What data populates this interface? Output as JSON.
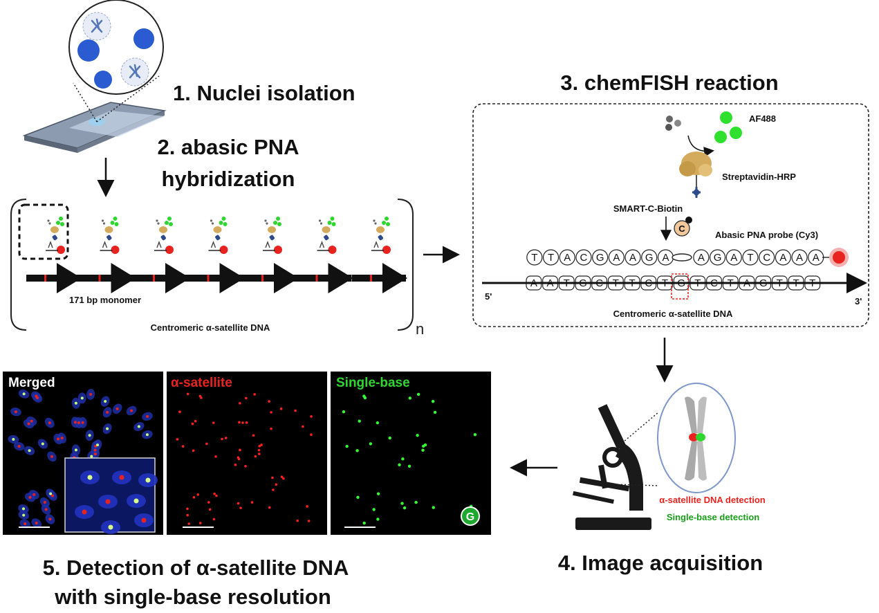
{
  "steps": {
    "step1": "1. Nuclei isolation",
    "step2_line1": "2. abasic PNA",
    "step2_line2": "hybridization",
    "step3": "3. chemFISH reaction",
    "step4": "4. Image acquisition",
    "step5_line1": "5. Detection of  α-satellite DNA",
    "step5_line2": "with single-base resolution"
  },
  "panel2": {
    "monomer_label": "171 bp monomer",
    "dna_label": "Centromeric α-satellite DNA",
    "repeat_label": "n",
    "unit_count": 7
  },
  "panel3": {
    "af488": "AF488",
    "streptavidin": "Streptavidin-HRP",
    "smart": "SMART-C-Biotin",
    "c_badge": "C",
    "probe_label": "Abasic PNA probe (Cy3)",
    "probe_left": [
      "T",
      "T",
      "A",
      "C",
      "G",
      "A",
      "A",
      "G",
      "A"
    ],
    "probe_right": [
      "A",
      "G",
      "A",
      "T",
      "C",
      "A",
      "A",
      "A"
    ],
    "target": [
      "A",
      "A",
      "T",
      "G",
      "C",
      "T",
      "T",
      "C",
      "T",
      "G",
      "T",
      "C",
      "T",
      "A",
      "G",
      "T",
      "T",
      "T"
    ],
    "five_prime": "5'",
    "three_prime": "3'",
    "dna_label": "Centromeric α-satellite DNA"
  },
  "panel4": {
    "alpha_detection": "α-satellite DNA detection",
    "single_detection": "Single-base detection"
  },
  "micrographs": {
    "merged": "Merged",
    "alpha": "α-satellite",
    "single": "Single-base",
    "badge": "G"
  },
  "colors": {
    "red": "#e8231f",
    "green": "#2fd62f",
    "blue": "#1a2fb0",
    "dark": "#111111"
  }
}
